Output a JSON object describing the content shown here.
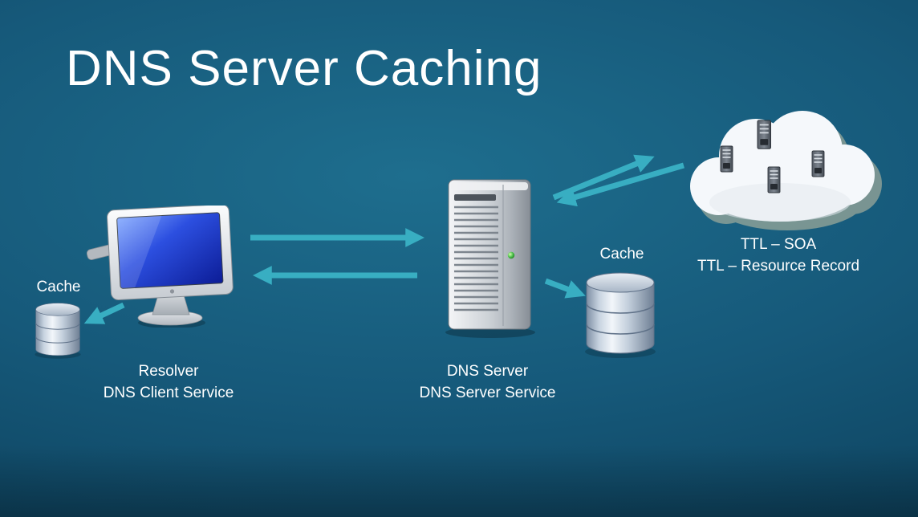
{
  "title": "DNS Server Caching",
  "client": {
    "cache_label": "Cache",
    "name": "Resolver",
    "service": "DNS Client Service"
  },
  "server": {
    "cache_label": "Cache",
    "name": "DNS Server",
    "service": "DNS Server Service"
  },
  "internet": {
    "ttl_soa": "TTL – SOA",
    "ttl_rr": "TTL – Resource Record"
  },
  "colors": {
    "background_center": "#1e6e8e",
    "background_edge": "#0a3a54",
    "arrow": "#38aec2",
    "text": "#ffffff",
    "screen_blue": "#1c36c4"
  }
}
